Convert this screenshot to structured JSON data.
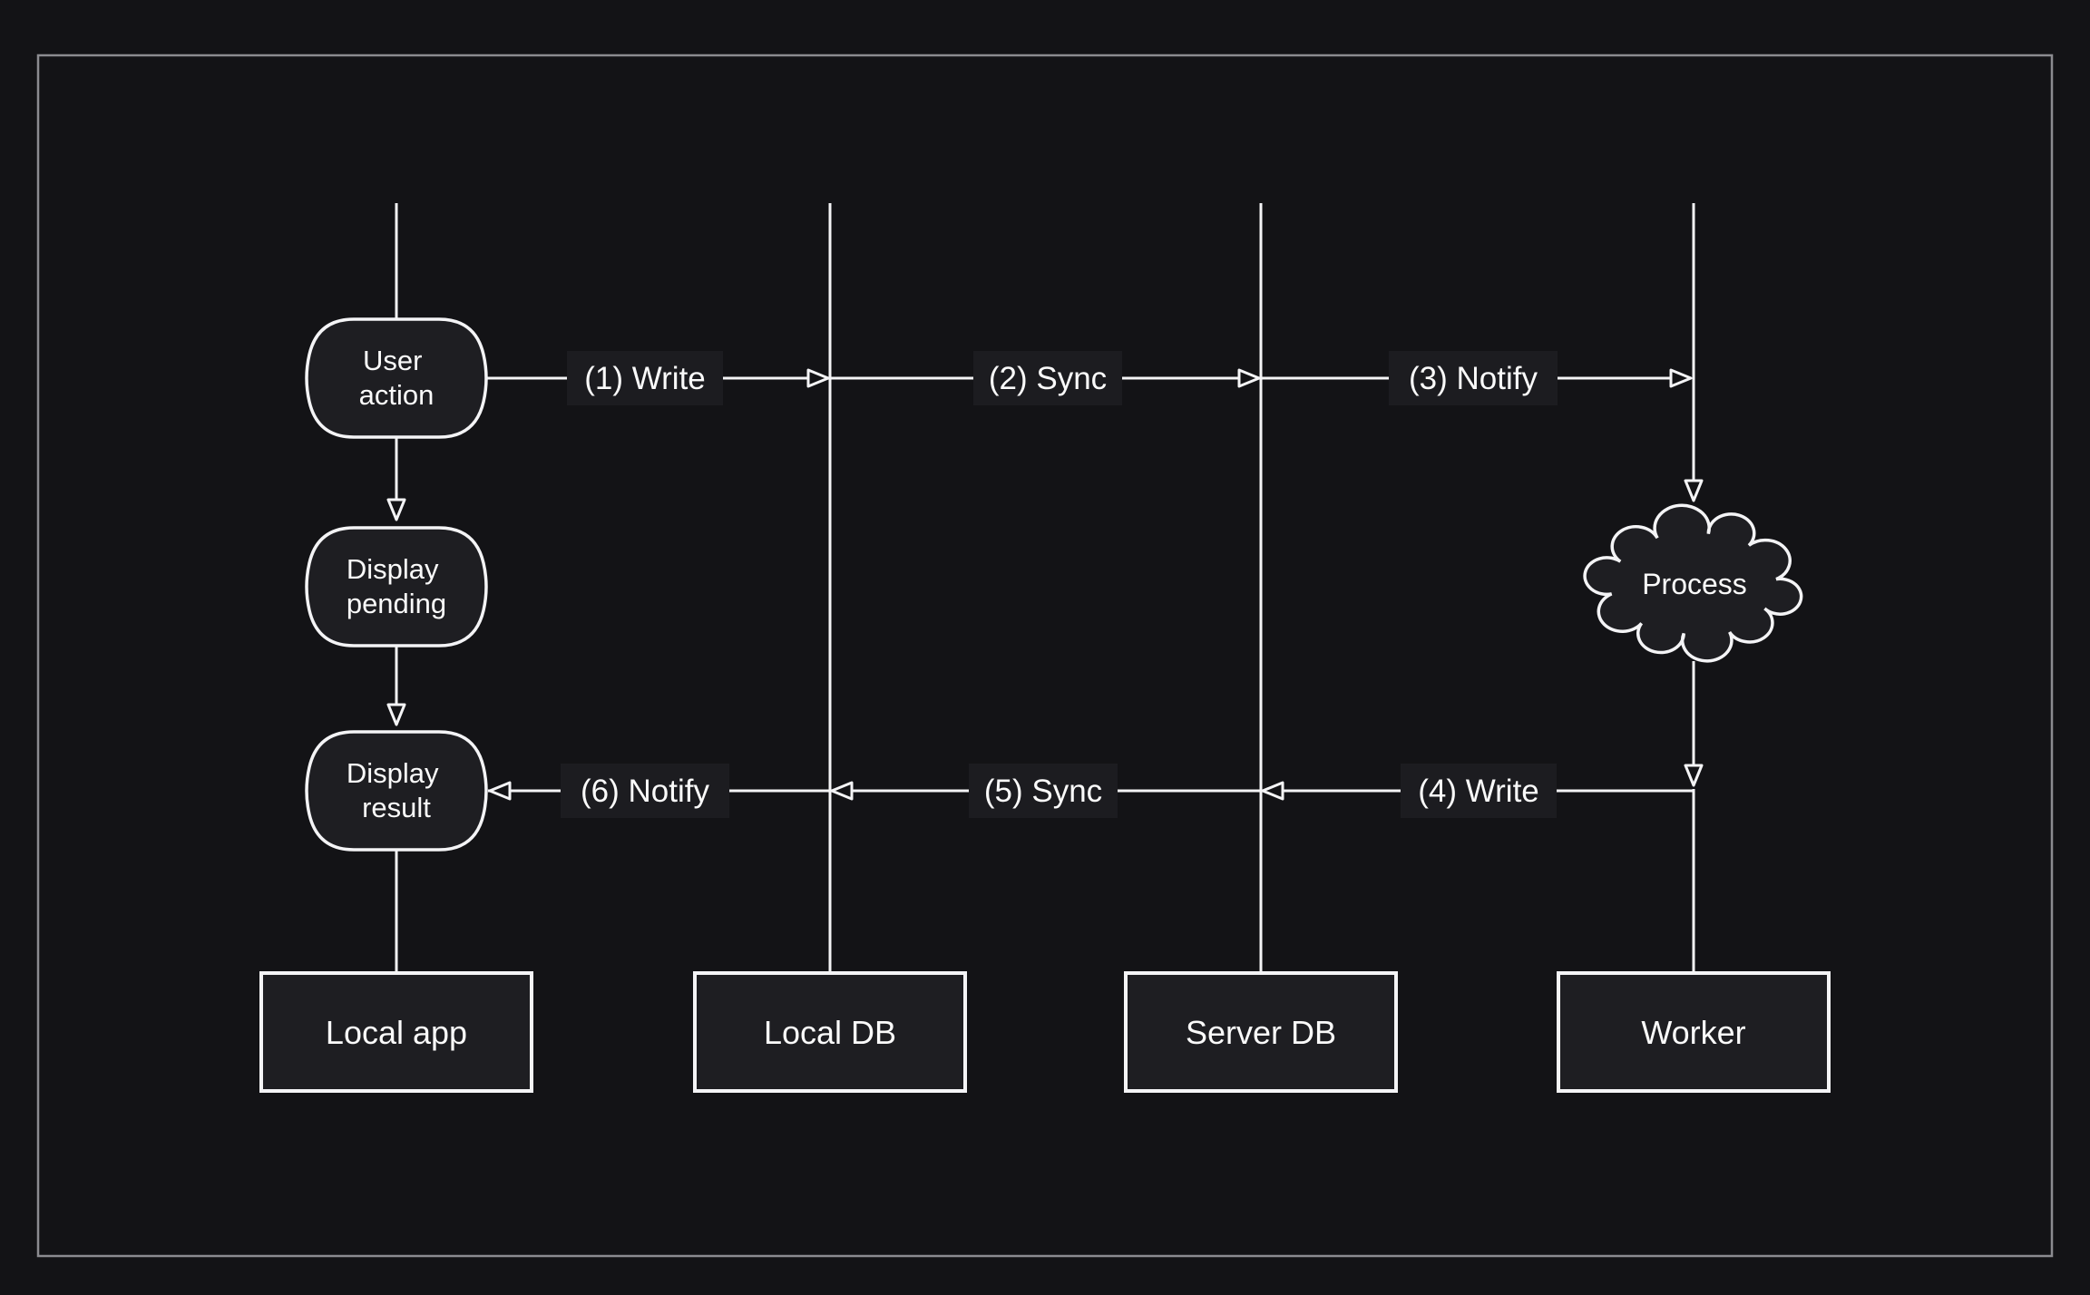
{
  "diagram": {
    "participants": [
      {
        "label": "Local app"
      },
      {
        "label": "Local DB"
      },
      {
        "label": "Server DB"
      },
      {
        "label": "Worker"
      }
    ],
    "app_states": [
      {
        "line1": "User",
        "line2": "action"
      },
      {
        "line1": "Display",
        "line2": "pending"
      },
      {
        "line1": "Display",
        "line2": "result"
      }
    ],
    "process_node": {
      "label": "Process"
    },
    "messages": [
      {
        "label": "(1) Write"
      },
      {
        "label": "(2) Sync"
      },
      {
        "label": "(3) Notify"
      },
      {
        "label": "(4) Write"
      },
      {
        "label": "(5) Sync"
      },
      {
        "label": "(6) Notify"
      }
    ],
    "colors": {
      "background": "#131316",
      "shape_fill": "#1e1e22",
      "label_fill": "#1c1c20",
      "stroke": "#f4f4f6",
      "frame": "#8b8b90",
      "text": "#fafafa"
    }
  }
}
